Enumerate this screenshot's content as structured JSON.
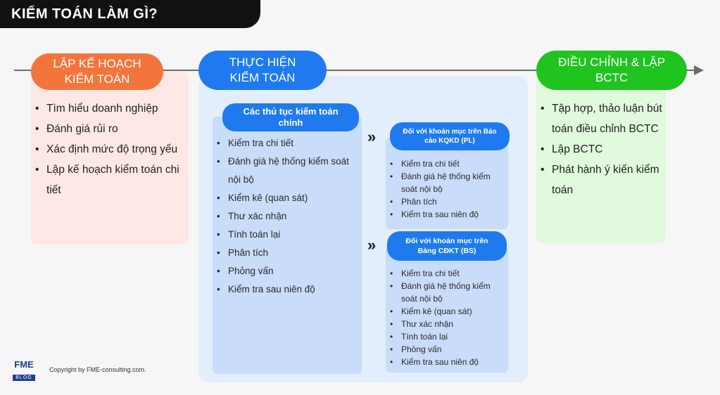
{
  "title": "KIỂM TOÁN LÀM GÌ?",
  "colors": {
    "plan": "#f4753b",
    "execute": "#1f7af0",
    "adjust": "#1fc41f"
  },
  "plan": {
    "heading_line1": "LẬP KẾ HOẠCH",
    "heading_line2": "KIỂM TOÁN",
    "items": [
      "Tìm hiểu doanh nghiệp",
      "Đánh giá rủi ro",
      "Xác định mức độ trọng yếu",
      "Lập kế hoạch kiểm toán chi tiết"
    ]
  },
  "execute": {
    "heading_line1": "THỰC HIỆN",
    "heading_line2": "KIỂM TOÁN",
    "procedures": {
      "heading_line1": "Các thủ tục kiểm toán",
      "heading_line2": "chính",
      "items": [
        "Kiểm tra chi tiết",
        "Đánh giá hệ thống kiểm soát nội bộ",
        "Kiểm kê (quan sát)",
        "Thư xác nhận",
        "Tính toán lại",
        "Phân tích",
        "Phỏng vấn",
        "Kiểm tra sau niên độ"
      ]
    },
    "pl": {
      "heading_line1": "Đối với khoản mục trên Báo",
      "heading_line2": "cáo KQKD (PL)",
      "items": [
        "Kiểm tra chi tiết",
        "Đánh giá hệ thống kiểm soát nội bộ",
        "Phân tích",
        "Kiểm tra sau niên độ"
      ]
    },
    "bs": {
      "heading_line1": "Đối với khoản mục trên",
      "heading_line2": "Bảng CĐKT (BS)",
      "items": [
        "Kiểm tra chi tiết",
        "Đánh giá hệ thống kiểm soát nội bộ",
        "Kiểm kê (quan sát)",
        "Thư xác nhận",
        "Tính toán lại",
        "Phỏng vấn",
        "Kiểm tra sau niên độ"
      ]
    }
  },
  "adjust": {
    "heading_line1": "ĐIỀU CHỈNH & LẬP",
    "heading_line2": "BCTC",
    "items": [
      "Tập hợp, thảo luận bút toán điều chỉnh BCTC",
      "Lập BCTC",
      "Phát hành ý kiến kiểm toán"
    ]
  },
  "footer": {
    "logo_text": "FME",
    "logo_sub": "BLOG",
    "copyright": "Copyright  by FME-consulting.com."
  }
}
